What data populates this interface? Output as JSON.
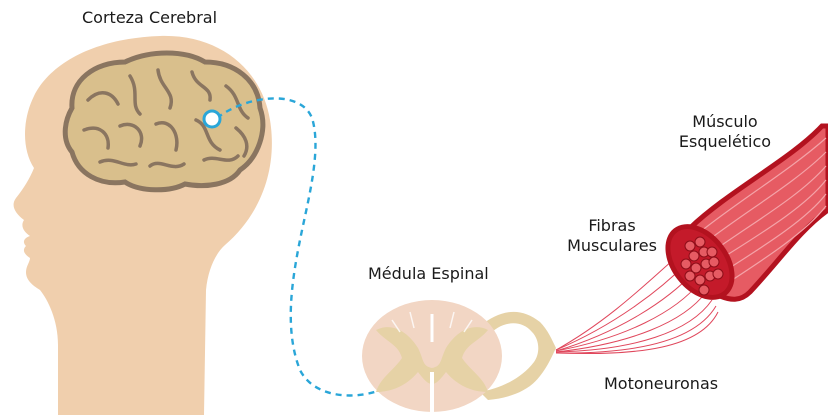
{
  "labels": {
    "cortex": "Corteza Cerebral",
    "spinal_cord": "Médula Espinal",
    "muscle_line1": "Músculo",
    "muscle_line2": "Esquelético",
    "fibers_line1": "Fibras",
    "fibers_line2": "Musculares",
    "motoneurons": "Motoneuronas"
  },
  "icons": {
    "head": "human-head-profile",
    "brain": "brain",
    "spinal_cord": "spinal-cord-cross-section",
    "muscle": "skeletal-muscle-bundle"
  },
  "colors": {
    "skin": "#f0cfad",
    "brain": "#d9bf8c",
    "brain_outline": "#8a7560",
    "pathway": "#2aa6d8",
    "muscle_dark": "#b3121f",
    "muscle_light": "#e65b63",
    "motoneuron": "#e0475c",
    "nerve": "#e6d2a6"
  }
}
